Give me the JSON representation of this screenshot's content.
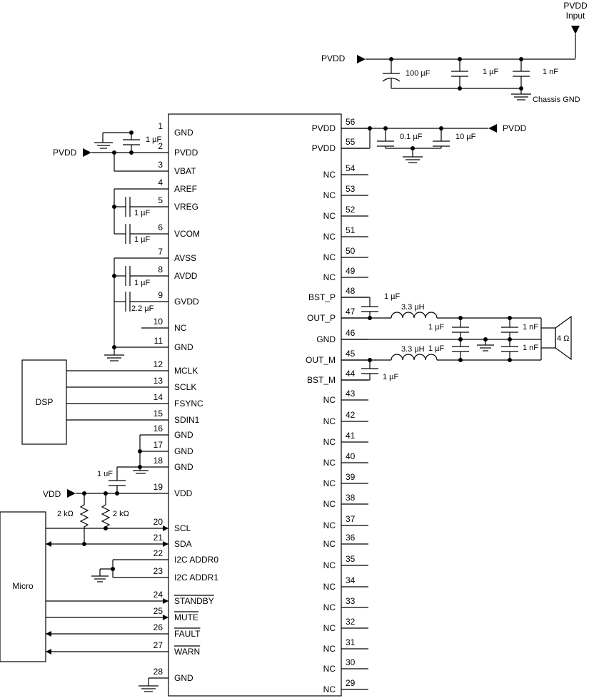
{
  "labels": {
    "pvdd_input": "PVDD",
    "input": "Input",
    "pvdd": "PVDD",
    "vdd": "VDD",
    "chassis_gnd": "Chassis GND",
    "dsp": "DSP",
    "micro": "Micro",
    "speaker": "4 Ω"
  },
  "pins_left": [
    {
      "num": "1",
      "name": "GND"
    },
    {
      "num": "2",
      "name": "PVDD"
    },
    {
      "num": "3",
      "name": "VBAT"
    },
    {
      "num": "4",
      "name": "AREF"
    },
    {
      "num": "5",
      "name": "VREG"
    },
    {
      "num": "6",
      "name": "VCOM"
    },
    {
      "num": "7",
      "name": "AVSS"
    },
    {
      "num": "8",
      "name": "AVDD"
    },
    {
      "num": "9",
      "name": "GVDD"
    },
    {
      "num": "10",
      "name": "NC"
    },
    {
      "num": "11",
      "name": "GND"
    },
    {
      "num": "12",
      "name": "MCLK"
    },
    {
      "num": "13",
      "name": "SCLK"
    },
    {
      "num": "14",
      "name": "FSYNC"
    },
    {
      "num": "15",
      "name": "SDIN1"
    },
    {
      "num": "16",
      "name": "GND"
    },
    {
      "num": "17",
      "name": "GND"
    },
    {
      "num": "18",
      "name": "GND"
    },
    {
      "num": "19",
      "name": "VDD"
    },
    {
      "num": "20",
      "name": "SCL"
    },
    {
      "num": "21",
      "name": "SDA"
    },
    {
      "num": "22",
      "name": "I2C ADDR0"
    },
    {
      "num": "23",
      "name": "I2C ADDR1"
    },
    {
      "num": "24",
      "name": "STANDBY"
    },
    {
      "num": "25",
      "name": "MUTE"
    },
    {
      "num": "26",
      "name": "FAULT"
    },
    {
      "num": "27",
      "name": "WARN"
    },
    {
      "num": "28",
      "name": "GND"
    }
  ],
  "pins_right": [
    {
      "num": "56",
      "name": "PVDD"
    },
    {
      "num": "55",
      "name": "PVDD"
    },
    {
      "num": "54",
      "name": "NC"
    },
    {
      "num": "53",
      "name": "NC"
    },
    {
      "num": "52",
      "name": "NC"
    },
    {
      "num": "51",
      "name": "NC"
    },
    {
      "num": "50",
      "name": "NC"
    },
    {
      "num": "49",
      "name": "NC"
    },
    {
      "num": "48",
      "name": "BST_P"
    },
    {
      "num": "47",
      "name": "OUT_P"
    },
    {
      "num": "46",
      "name": "GND"
    },
    {
      "num": "45",
      "name": "OUT_M"
    },
    {
      "num": "44",
      "name": "BST_M"
    },
    {
      "num": "43",
      "name": "NC"
    },
    {
      "num": "42",
      "name": "NC"
    },
    {
      "num": "41",
      "name": "NC"
    },
    {
      "num": "40",
      "name": "NC"
    },
    {
      "num": "39",
      "name": "NC"
    },
    {
      "num": "38",
      "name": "NC"
    },
    {
      "num": "37",
      "name": "NC"
    },
    {
      "num": "36",
      "name": "NC"
    },
    {
      "num": "35",
      "name": "NC"
    },
    {
      "num": "34",
      "name": "NC"
    },
    {
      "num": "33",
      "name": "NC"
    },
    {
      "num": "32",
      "name": "NC"
    },
    {
      "num": "31",
      "name": "NC"
    },
    {
      "num": "30",
      "name": "NC"
    },
    {
      "num": "29",
      "name": "NC"
    }
  ],
  "components": {
    "c_bulk": "100 µF",
    "c_in1": "1 µF",
    "c_in2": "1 nF",
    "c_pin1": "1 µF",
    "c_vreg": "1 µF",
    "c_vcom": "1 µF",
    "c_avdd": "1 µF",
    "c_gvdd": "2.2 µF",
    "c_pvdd_a": "0.1 µF",
    "c_pvdd_b": "10 µF",
    "c_bstp": "1 µF",
    "c_bstm": "1 µF",
    "l_p": "3.3 µH",
    "l_m": "3.3 µH",
    "c_outp1": "1 µF",
    "c_outp2": "1 nF",
    "c_outm1": "1 µF",
    "c_outm2": "1 nF",
    "c_vdd": "1 uF",
    "r_scl": "2 kΩ",
    "r_sda": "2 kΩ"
  }
}
